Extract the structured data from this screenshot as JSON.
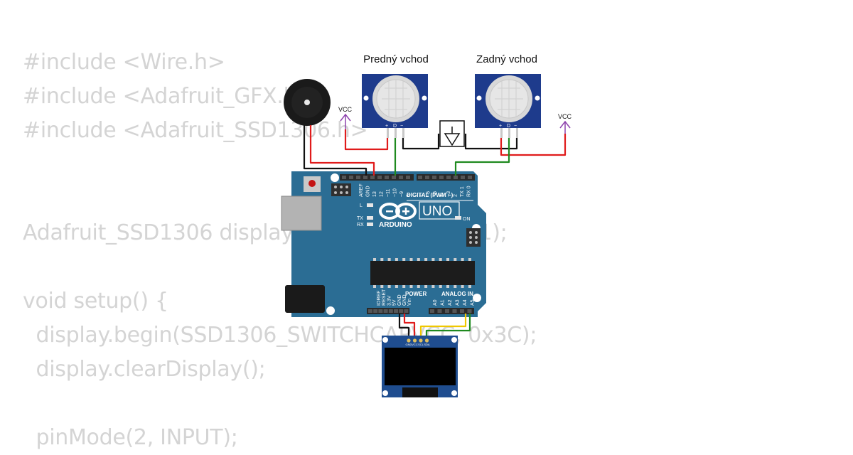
{
  "code_lines": [
    "#include <Wire.h>",
    "#include <Adafruit_GFX.h>",
    "#include <Adafruit_SSD1306.h>",
    "",
    "",
    "Adafruit_SSD1306 display(128, 64, &Wire, -1);",
    "",
    "void setup() {",
    "  display.begin(SSD1306_SWITCHCAPVCC, 0x3C);",
    "  display.clearDisplay();",
    "",
    "  pinMode(2, INPUT);"
  ],
  "sensors": {
    "front_label": "Predný vchod",
    "rear_label": "Zadný vchod",
    "pin_plus": "+",
    "pin_d": "D",
    "pin_minus": "−"
  },
  "vcc_label": "VCC",
  "arduino": {
    "brand": "ARDUINO",
    "model": "UNO",
    "digital_header": "DIGITAL (PWM ~)",
    "power_header": "POWER",
    "analog_header": "ANALOG IN",
    "on_label": "ON",
    "l_label": "L",
    "tx_label": "TX",
    "rx_label": "RX",
    "left_header_pins": [
      "AREF",
      "GND",
      "13",
      "12",
      "~11",
      "~10",
      "~9",
      "8"
    ],
    "right_header_pins": [
      "7",
      "~6",
      "~5",
      "4",
      "~3",
      "2",
      "TX 1",
      "RX 0"
    ],
    "power_pins": [
      "IOREF",
      "RESET",
      "3.3V",
      "5V",
      "GND",
      "GND",
      "Vin"
    ],
    "analog_pins": [
      "A0",
      "A1",
      "A2",
      "A3",
      "A4",
      "A5"
    ]
  },
  "oled": {
    "pins": [
      "GND",
      "VCC",
      "SCL",
      "SDA"
    ]
  },
  "colors": {
    "board": "#2b6d94",
    "sensor": "#1e3b8c",
    "wire_red": "#e01b1b",
    "wire_black": "#111111",
    "wire_green": "#1f8a1f",
    "wire_yellow": "#f0c800",
    "vcc": "#8e44ad"
  }
}
